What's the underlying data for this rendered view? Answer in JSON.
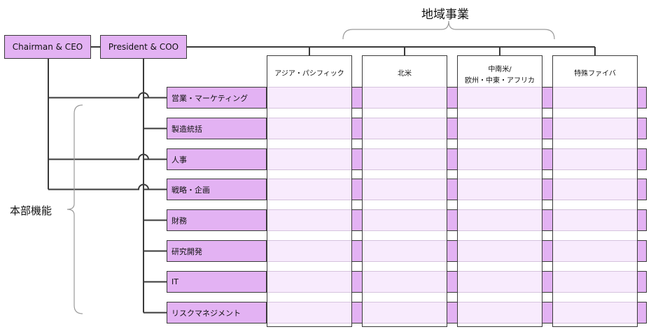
{
  "executives": {
    "chairman": "Chairman & CEO",
    "president": "President & COO"
  },
  "regions_title": "地域事業",
  "hq_label": "本部機能",
  "regions": [
    "アジア・パシフィック",
    "北米",
    "中南米/\n欧州・中東・アフリカ",
    "特殊ファイバ"
  ],
  "functions": [
    "営業・マーケティング",
    "製造統括",
    "人事",
    "戦略・企画",
    "財務",
    "研究開発",
    "IT",
    "リスクマネジメント"
  ],
  "chairman_links": [
    "営業・マーケティング",
    "人事",
    "戦略・企画"
  ],
  "colors": {
    "box_fill": "#e3b2f3",
    "band_fill": "#f8ebfd",
    "line": "#3a3a3a",
    "bracket": "#9a9a9a"
  }
}
